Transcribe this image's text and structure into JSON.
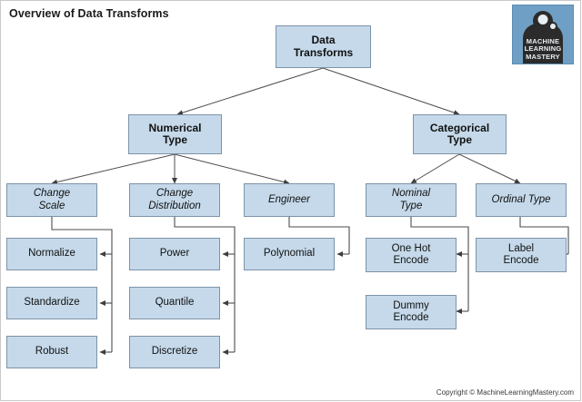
{
  "page": {
    "title": "Overview of Data Transforms",
    "footer": "Copyright © MachineLearningMastery.com",
    "background": "#ffffff",
    "node_fill": "#c5d9ea",
    "node_border": "#7d93a8",
    "link_color": "#4d4d4d"
  },
  "logo": {
    "name": "machine-learning-mastery-logo",
    "line1": "MACHINE",
    "line2": "LEARNING",
    "line3": "MASTERY",
    "background": "#6f9fc4",
    "figure_color": "#2b2b2b"
  },
  "diagram": {
    "type": "tree",
    "root": {
      "id": "data-transforms",
      "label": "Data Transforms",
      "style": "bold",
      "level": 0
    },
    "level1": [
      {
        "id": "numerical-type",
        "label": "Numerical Type",
        "style": "bold",
        "parent": "data-transforms"
      },
      {
        "id": "categorical-type",
        "label": "Categorical Type",
        "style": "bold",
        "parent": "data-transforms"
      }
    ],
    "level2": [
      {
        "id": "change-scale",
        "label": "Change Scale",
        "style": "italic",
        "parent": "numerical-type"
      },
      {
        "id": "change-distribution",
        "label": "Change Distribution",
        "style": "italic",
        "parent": "numerical-type"
      },
      {
        "id": "engineer",
        "label": "Engineer",
        "style": "italic",
        "parent": "numerical-type"
      },
      {
        "id": "nominal-type",
        "label": "Nominal Type",
        "style": "italic",
        "parent": "categorical-type"
      },
      {
        "id": "ordinal-type",
        "label": "Ordinal Type",
        "style": "italic",
        "parent": "categorical-type"
      }
    ],
    "level3": [
      {
        "id": "normalize",
        "label": "Normalize",
        "style": "plain",
        "parent": "change-scale"
      },
      {
        "id": "standardize",
        "label": "Standardize",
        "style": "plain",
        "parent": "change-scale"
      },
      {
        "id": "robust",
        "label": "Robust",
        "style": "plain",
        "parent": "change-scale"
      },
      {
        "id": "power",
        "label": "Power",
        "style": "plain",
        "parent": "change-distribution"
      },
      {
        "id": "quantile",
        "label": "Quantile",
        "style": "plain",
        "parent": "change-distribution"
      },
      {
        "id": "discretize",
        "label": "Discretize",
        "style": "plain",
        "parent": "change-distribution"
      },
      {
        "id": "polynomial",
        "label": "Polynomial",
        "style": "plain",
        "parent": "engineer"
      },
      {
        "id": "one-hot-encode",
        "label": "One Hot Encode",
        "style": "plain",
        "parent": "nominal-type"
      },
      {
        "id": "dummy-encode",
        "label": "Dummy Encode",
        "style": "plain",
        "parent": "nominal-type"
      },
      {
        "id": "label-encode",
        "label": "Label Encode",
        "style": "plain",
        "parent": "ordinal-type"
      }
    ],
    "labels": {
      "root": "Data Transforms",
      "root_l1": "Data",
      "root_l2": "Transforms",
      "numerical_l1": "Numerical",
      "numerical_l2": "Type",
      "categorical_l1": "Categorical",
      "categorical_l2": "Type",
      "change_scale_l1": "Change",
      "change_scale_l2": "Scale",
      "change_dist_l1": "Change",
      "change_dist_l2": "Distribution",
      "engineer": "Engineer",
      "nominal_l1": "Nominal",
      "nominal_l2": "Type",
      "ordinal": "Ordinal Type",
      "normalize": "Normalize",
      "standardize": "Standardize",
      "robust": "Robust",
      "power": "Power",
      "quantile": "Quantile",
      "discretize": "Discretize",
      "polynomial": "Polynomial",
      "onehot_l1": "One Hot",
      "onehot_l2": "Encode",
      "dummy_l1": "Dummy",
      "dummy_l2": "Encode",
      "label_l1": "Label",
      "label_l2": "Encode"
    }
  }
}
